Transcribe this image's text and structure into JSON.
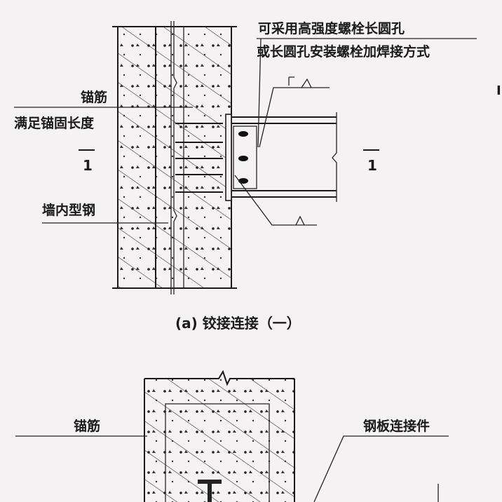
{
  "figure_a": {
    "note_line1": "可采用高强度螺栓长圆孔",
    "note_line2": "或长圆孔安装螺栓加焊接方式",
    "label_anchor_bar": "锚筋",
    "label_anchor_length": "满足锚固长度",
    "label_embedded_steel": "墙内型钢",
    "section_mark_left": "1",
    "section_mark_right": "1",
    "caption": "(a) 铰接连接（一）"
  },
  "figure_b": {
    "label_anchor_bar": "锚筋",
    "label_plate_connector": "钢板连接件"
  },
  "edge_fragment": "I"
}
